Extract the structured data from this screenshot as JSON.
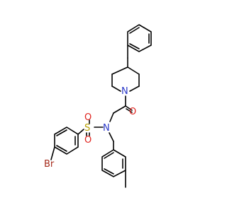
{
  "atom_labels": {
    "piperidine_n": "N",
    "carbonyl_o": "O",
    "sulfonamide_n": "N",
    "sulfur": "S",
    "sulfonyl_o_top": "O",
    "sulfonyl_o_bottom": "O",
    "bromine": "Br"
  },
  "colors": {
    "nitrogen": "#2b39c8",
    "oxygen": "#e0231e",
    "sulfur": "#b8a000",
    "bromine": "#a52a1a",
    "bond": "#000000"
  }
}
